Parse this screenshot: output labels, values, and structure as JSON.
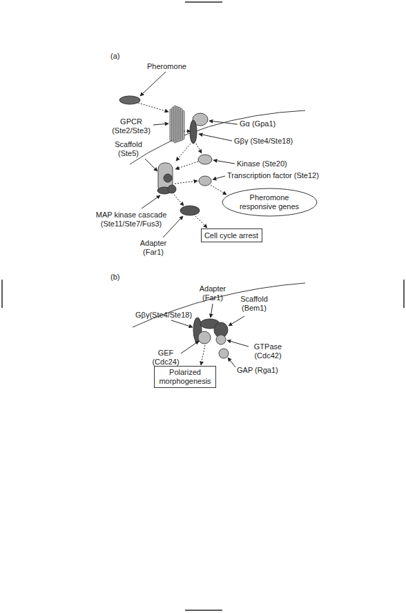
{
  "diagram": {
    "nodes": [
      {
        "text": [
          "Pheromone responsive genes"
        ]
      },
      {
        "text": [
          "Cell cycle arrest"
        ]
      },
      {
        "text": [
          "Polarized morphogenesis"
        ]
      }
    ],
    "labels": [
      "(a)",
      "Pheromone",
      "GPCR (Ste2/Ste3)",
      "Gα (Gpa1)",
      "Gβγ (Ste4/Ste18)",
      "Scaffold (Ste5)",
      "Kinase (Ste20)",
      "Transcription factor (Ste12)",
      "MAP kinase cascade (Ste11/Ste7/Fus3)",
      "Adapter (Far1)",
      "(b)",
      "Adapter (Far1)",
      "Gβγ(Ste4/Ste18)",
      "Scaffold (Bem1)",
      "GEF (Cdc24)",
      "GTPase (Cdc42)",
      "GAP (Rga1)"
    ]
  }
}
